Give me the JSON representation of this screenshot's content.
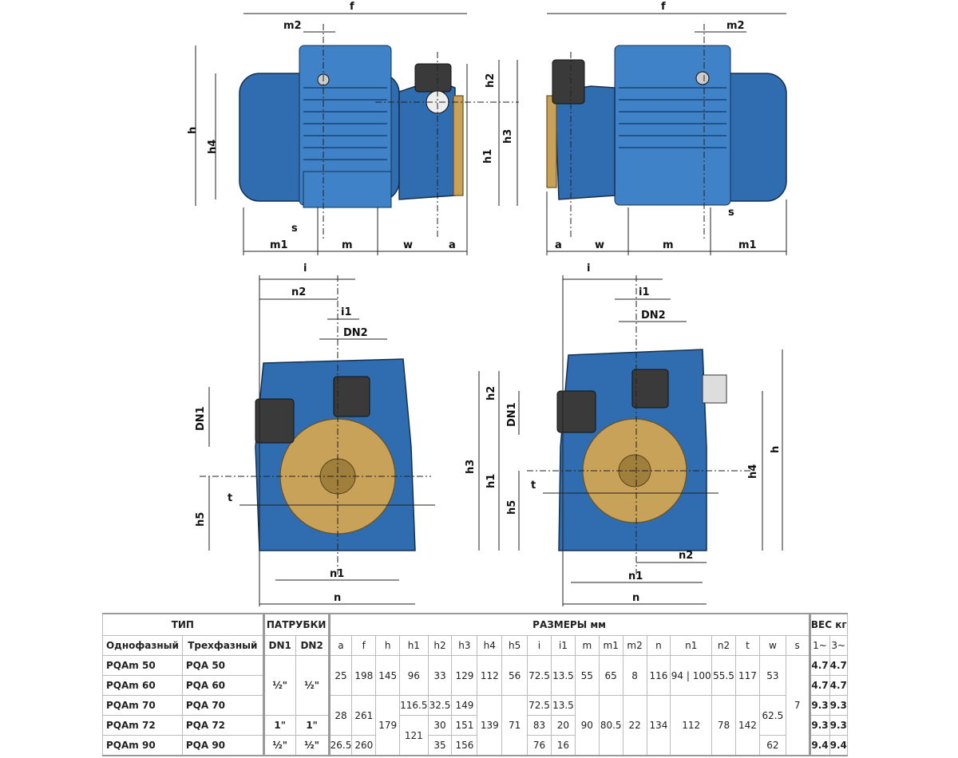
{
  "labels": {
    "f": "f",
    "m2": "m2",
    "h": "h",
    "h1": "h1",
    "h2": "h2",
    "h3": "h3",
    "h4": "h4",
    "h5": "h5",
    "s": "s",
    "m": "m",
    "m1": "m1",
    "w": "w",
    "a": "a",
    "i": "i",
    "i1": "i1",
    "n": "n",
    "n1": "n1",
    "n2": "n2",
    "t": "t",
    "DN1": "DN1",
    "DN2": "DN2"
  },
  "table": {
    "type_header": "ТИП",
    "ports_header": "ПАТРУБКИ",
    "dims_header": "РАЗМЕРЫ мм",
    "weight_header": "ВЕС кг",
    "single_phase": "Однофазный",
    "three_phase": "Трехфазный",
    "dn1": "DN1",
    "dn2": "DN2",
    "dim_cols": [
      "a",
      "f",
      "h",
      "h1",
      "h2",
      "h3",
      "h4",
      "h5",
      "i",
      "i1",
      "m",
      "m1",
      "m2",
      "n",
      "n1",
      "n2",
      "t",
      "w",
      "s"
    ],
    "weight_cols": [
      "1~",
      "3~"
    ],
    "models": [
      {
        "single": "PQAm 50",
        "three": "PQA 50",
        "w1": "4.7",
        "w3": "4.7"
      },
      {
        "single": "PQAm 60",
        "three": "PQA 60",
        "w1": "4.7",
        "w3": "4.7"
      },
      {
        "single": "PQAm 70",
        "three": "PQA 70",
        "w1": "9.3",
        "w3": "9.3"
      },
      {
        "single": "PQAm 72",
        "three": "PQA 72",
        "w1": "9.3",
        "w3": "9.3"
      },
      {
        "single": "PQAm 90",
        "three": "PQA 90",
        "w1": "9.4",
        "w3": "9.4"
      }
    ],
    "ports": {
      "half": "½\"",
      "one": "1\""
    },
    "v": {
      "a": [
        "25",
        "28",
        "26.5"
      ],
      "f": [
        "198",
        "261",
        "260"
      ],
      "h": [
        "145",
        "179"
      ],
      "h1": [
        "96",
        "116.5",
        "121"
      ],
      "h2": [
        "33",
        "32.5",
        "30",
        "35"
      ],
      "h3": [
        "129",
        "149",
        "151",
        "156"
      ],
      "h4": [
        "112",
        "139"
      ],
      "h5": [
        "56",
        "71"
      ],
      "i": [
        "72.5",
        "72.5",
        "83",
        "76"
      ],
      "i1": [
        "13.5",
        "13.5",
        "20",
        "16"
      ],
      "m": [
        "55",
        "90"
      ],
      "m1": [
        "65",
        "80.5"
      ],
      "m2": [
        "8",
        "22"
      ],
      "n": [
        "116",
        "134"
      ],
      "n1": [
        "94 | 100",
        "112"
      ],
      "n2": [
        "55.5",
        "78"
      ],
      "t": [
        "117",
        "142"
      ],
      "w": [
        "53",
        "62.5",
        "62"
      ],
      "s": [
        "7"
      ]
    }
  }
}
